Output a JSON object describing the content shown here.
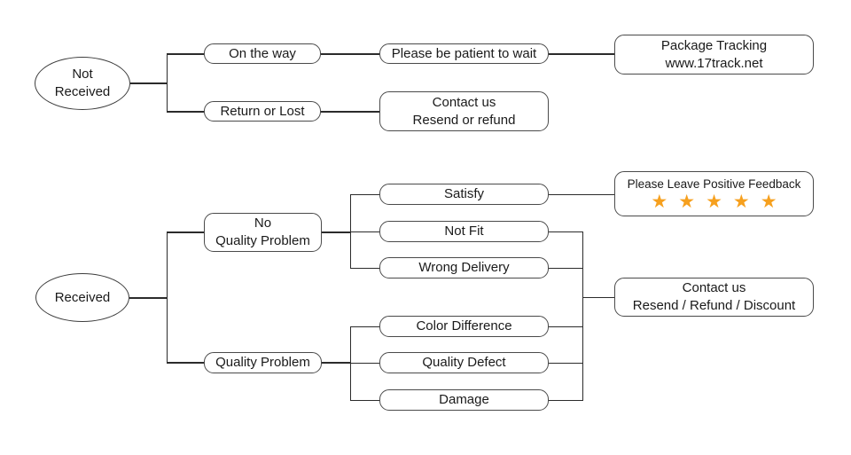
{
  "colors": {
    "background": "#ffffff",
    "line": "#2b2b2b",
    "text": "#1a1a1a",
    "star": "#F6A01E"
  },
  "nodes": {
    "not_received": {
      "label": "Not\nReceived"
    },
    "on_the_way": {
      "label": "On the way"
    },
    "return_or_lost": {
      "label": "Return or Lost"
    },
    "please_be_patient": {
      "label": "Please be patient to wait"
    },
    "package_tracking": {
      "label": "Package Tracking\nwww.17track.net"
    },
    "contact_resend_refund": {
      "label": "Contact us\nResend or refund"
    },
    "received": {
      "label": "Received"
    },
    "no_quality_problem": {
      "label": "No\nQuality Problem"
    },
    "quality_problem": {
      "label": "Quality Problem"
    },
    "satisfy": {
      "label": "Satisfy"
    },
    "not_fit": {
      "label": "Not Fit"
    },
    "wrong_delivery": {
      "label": "Wrong Delivery"
    },
    "color_difference": {
      "label": "Color Difference"
    },
    "quality_defect": {
      "label": "Quality Defect"
    },
    "damage": {
      "label": "Damage"
    },
    "positive_feedback": {
      "label": "Please Leave Positive Feedback",
      "stars": "★★★★★",
      "rating": 5
    },
    "contact_resend_refund_discount": {
      "label": "Contact us\nResend / Refund / Discount"
    }
  }
}
